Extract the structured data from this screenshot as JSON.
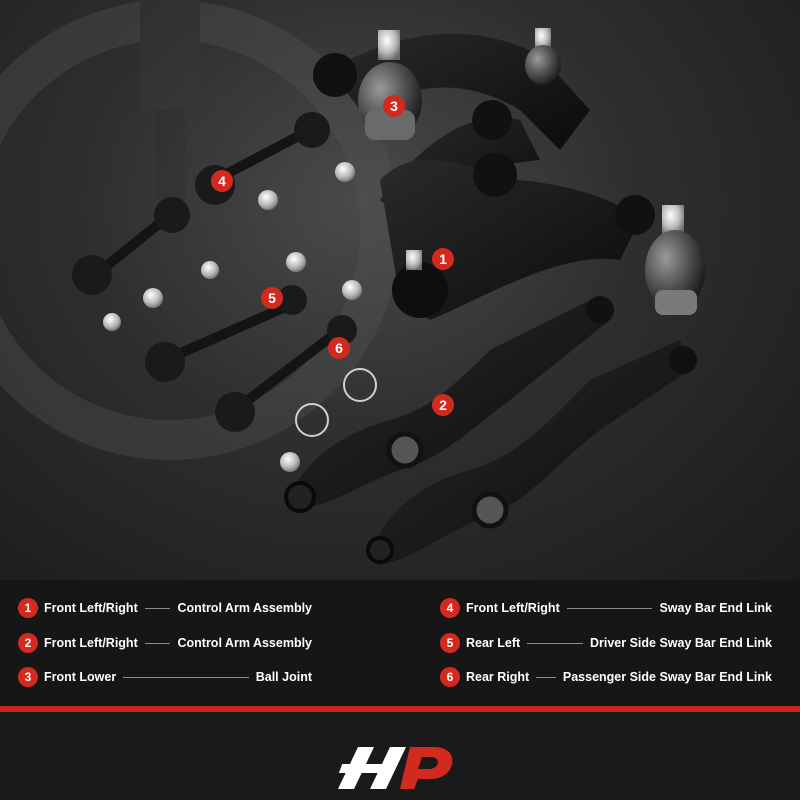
{
  "image": {
    "description_icon": "auto-parts-photo",
    "accent_color": "#d32a1f",
    "badges": [
      "1",
      "2",
      "3",
      "4",
      "5",
      "6"
    ]
  },
  "legend": {
    "items": [
      {
        "number": "1",
        "location": "Front Left/Right",
        "part": "Control Arm Assembly"
      },
      {
        "number": "2",
        "location": "Front Left/Right",
        "part": "Control Arm Assembly"
      },
      {
        "number": "3",
        "location": "Front Lower",
        "part": "Ball Joint"
      },
      {
        "number": "4",
        "location": "Front Left/Right",
        "part": "Sway Bar End Link"
      },
      {
        "number": "5",
        "location": "Rear Left",
        "part": "Driver Side Sway Bar End Link"
      },
      {
        "number": "6",
        "location": "Rear Right",
        "part": "Passenger Side Sway Bar End Link"
      }
    ]
  },
  "footer": {
    "logo_icon": "brand-logo-icon",
    "stripe_color": "#c8241b"
  }
}
